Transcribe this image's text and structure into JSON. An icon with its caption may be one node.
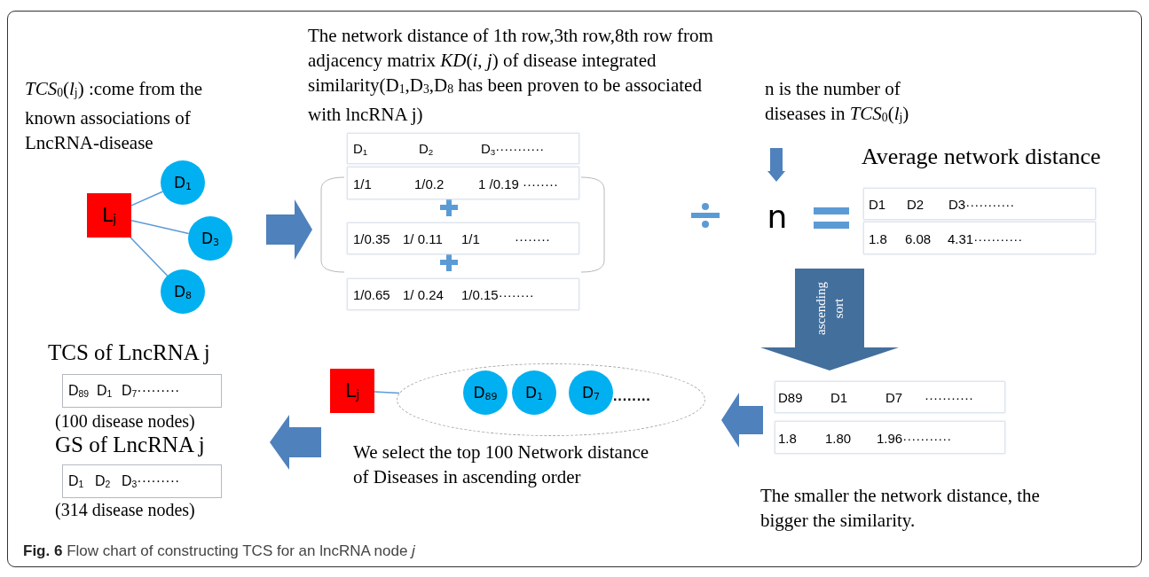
{
  "diagram": {
    "caption": "**Fig. 6** Flow chart of constructing TCS for an lncRNA node *j*",
    "nodes": [
      {
        "text": [
          "L$_{j}$"
        ]
      },
      {
        "text": [
          "D$_{1}$"
        ]
      },
      {
        "text": [
          "D$_{3}$"
        ]
      },
      {
        "text": [
          "D$_{8}$"
        ]
      },
      {
        "text": [
          "D$_{1}$",
          "D$_{2}$",
          "D$_{3}$···········"
        ]
      },
      {
        "text": [
          "1/1",
          "1/0.2",
          "1 /0.19 ········"
        ]
      },
      {
        "text": [
          "1/0.35",
          "1/ 0.11",
          "1/1",
          "········"
        ]
      },
      {
        "text": [
          "1/0.65",
          "1/ 0.24",
          "1/0.15········"
        ]
      },
      {
        "text": [
          "n is the number of diseases in *TCS*$_{0}$(*l*$_{j}$)"
        ]
      },
      {
        "text": [
          "n"
        ]
      },
      {
        "text": [
          "D1",
          "D2",
          "D3···········"
        ]
      },
      {
        "text": [
          "1.8",
          "6.08",
          "4.31···········"
        ]
      },
      {
        "text": [
          "D89",
          "D1",
          "D7",
          "···········"
        ]
      },
      {
        "text": [
          "1.8",
          "1.80",
          "1.96···········"
        ]
      },
      {
        "text": [
          "L$_{j}$"
        ]
      },
      {
        "text": [
          "········"
        ]
      },
      {
        "text": [
          "D$_{89}$"
        ],
        "in": 15
      },
      {
        "text": [
          "D$_{1}$"
        ],
        "in": 15
      },
      {
        "text": [
          "D$_{7}$"
        ],
        "in": 15
      },
      {
        "text": [
          "TCS of LncRNA j",
          "D$_{89}$",
          "D$_{1}$",
          "D$_{7}$·········"
        ],
        "beside": [
          "(100 disease nodes)"
        ]
      },
      {
        "text": [
          "GS of LncRNA j",
          "D$_{1}$",
          "D$_{2}$",
          "D$_{3}$·········"
        ],
        "beside": [
          "(314 disease nodes)"
        ]
      },
      {
        "text": [
          "We select the top 100 Network distance of Diseases in ascending order"
        ]
      }
    ],
    "edges": [
      {
        "from": 0,
        "to": 1,
        "arrow": "none"
      },
      {
        "from": 0,
        "to": 2,
        "arrow": "none"
      },
      {
        "from": 0,
        "to": 3,
        "arrow": "none"
      },
      {
        "from": 2,
        "to": 6,
        "arrow": "to",
        "style": "thick"
      },
      {
        "from": 8,
        "to": 9,
        "arrow": "to",
        "style": "thick"
      },
      {
        "from": 11,
        "to": 12,
        "arrow": "to",
        "style": "thick",
        "label": "ascending sort",
        "color": "#436f9c"
      },
      {
        "from": 13,
        "to": 15,
        "arrow": "to",
        "style": "thick"
      },
      {
        "from": 14,
        "to": 15,
        "arrow": "none"
      },
      {
        "from": 21,
        "to": 20,
        "arrow": "to",
        "style": "thick"
      }
    ],
    "labels": [
      "*TCS*$_{0}$(*l*$_{j}$) :come from the known associations of LncRNA-disease",
      "The network distance of 1th row,3th row,8th row from adjacency matrix *KD*(*i*, *j*) of disease integrated similarity(D$_{1}$,D$_{3}$,D$_{8}$ has been proven to be associated with lncRNA j)",
      "Average network distance",
      "The smaller the network distance, the bigger the similarity."
    ]
  }
}
